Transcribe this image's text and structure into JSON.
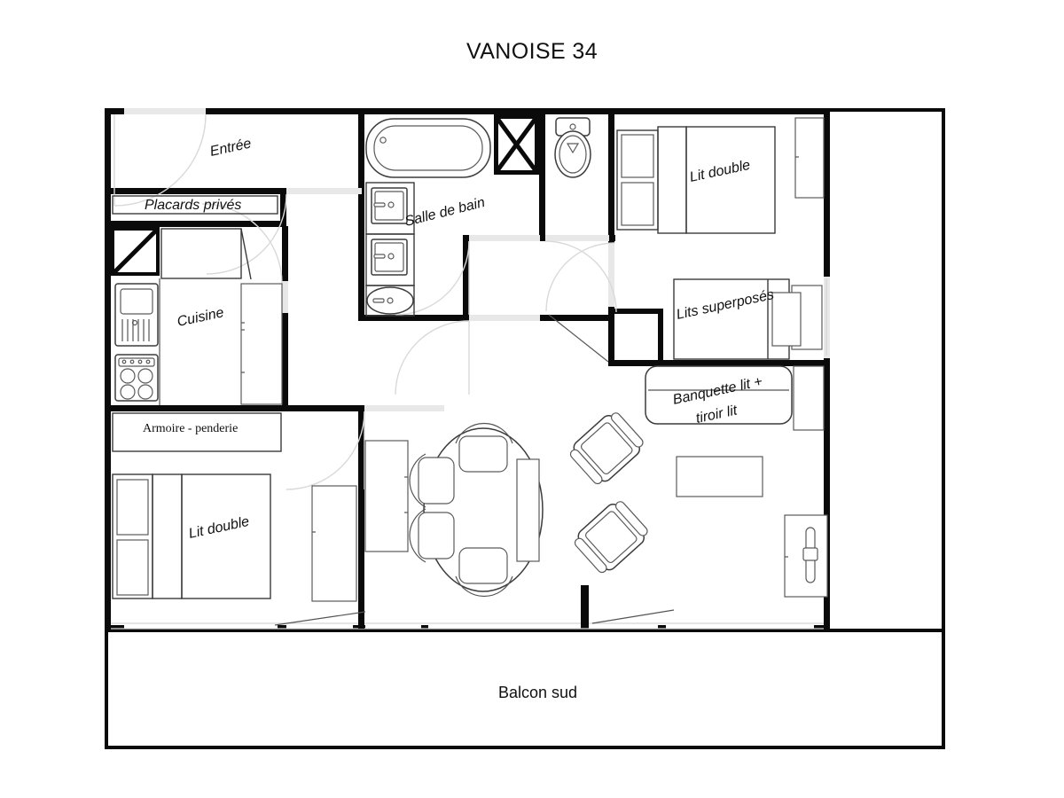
{
  "plan": {
    "title": "VANOISE 34",
    "type": "apartment-floor-plan",
    "language": "fr"
  },
  "rooms": [
    {
      "id": "entree",
      "label": "Entrée",
      "style": "italic-rotated"
    },
    {
      "id": "placards",
      "label": "Placards privés",
      "style": "italic"
    },
    {
      "id": "cuisine",
      "label": "Cuisine",
      "style": "italic-rotated"
    },
    {
      "id": "salle_de_bain",
      "label": "Salle de bain",
      "style": "italic-rotated"
    },
    {
      "id": "lit_double_1",
      "label": "Lit double",
      "style": "italic-rotated"
    },
    {
      "id": "lits_superposes",
      "label": "Lits superposés",
      "style": "italic-rotated"
    },
    {
      "id": "banquette",
      "label_line1": "Banquette lit +",
      "label_line2": "tiroir lit",
      "style": "italic-rotated"
    },
    {
      "id": "armoire",
      "label": "Armoire - penderie",
      "style": "serif"
    },
    {
      "id": "lit_double_2",
      "label": "Lit double",
      "style": "italic-rotated"
    },
    {
      "id": "balcon",
      "label": "Balcon sud",
      "style": "plain"
    }
  ],
  "labels": {
    "entree": "Entrée",
    "placards_prives": "Placards privés",
    "cuisine": "Cuisine",
    "salle_de_bain": "Salle de bain",
    "lit_double_chambre1": "Lit double",
    "lits_superposes": "Lits superposés",
    "banquette_line1": "Banquette lit +",
    "banquette_line2": "tiroir lit",
    "armoire_penderie": "Armoire - penderie",
    "lit_double_chambre2": "Lit double",
    "balcon_sud": "Balcon sud"
  },
  "fixtures": [
    {
      "name": "bathtub",
      "room": "salle_de_bain"
    },
    {
      "name": "sink-upper",
      "room": "salle_de_bain"
    },
    {
      "name": "sink-lower",
      "room": "salle_de_bain"
    },
    {
      "name": "bidet",
      "room": "salle_de_bain"
    },
    {
      "name": "toilet",
      "room": "wc"
    },
    {
      "name": "kitchen-sink",
      "room": "cuisine"
    },
    {
      "name": "cooktop",
      "room": "cuisine"
    },
    {
      "name": "refrigerator",
      "room": "cuisine"
    },
    {
      "name": "dining-table",
      "room": "sejour"
    },
    {
      "name": "dining-chair",
      "room": "sejour",
      "count": 4
    },
    {
      "name": "bench",
      "room": "sejour"
    },
    {
      "name": "armchair",
      "room": "sejour",
      "count": 2
    },
    {
      "name": "coffee-table",
      "room": "sejour"
    },
    {
      "name": "tv-cabinet",
      "room": "sejour"
    },
    {
      "name": "radiator",
      "room": "sejour"
    },
    {
      "name": "double-bed",
      "room": "chambre1"
    },
    {
      "name": "double-bed",
      "room": "chambre2"
    },
    {
      "name": "bunk-bed",
      "room": "chambre_enfants"
    },
    {
      "name": "nightstand",
      "count": 6
    },
    {
      "name": "wardrobe",
      "count": 3
    },
    {
      "name": "technical-shaft",
      "count": 3
    }
  ],
  "colors": {
    "wall": "#0a0a0a",
    "furniture_stroke": "#3c3c3c",
    "door_swing": "#d9d9d9",
    "background": "#ffffff",
    "text": "#111111"
  }
}
